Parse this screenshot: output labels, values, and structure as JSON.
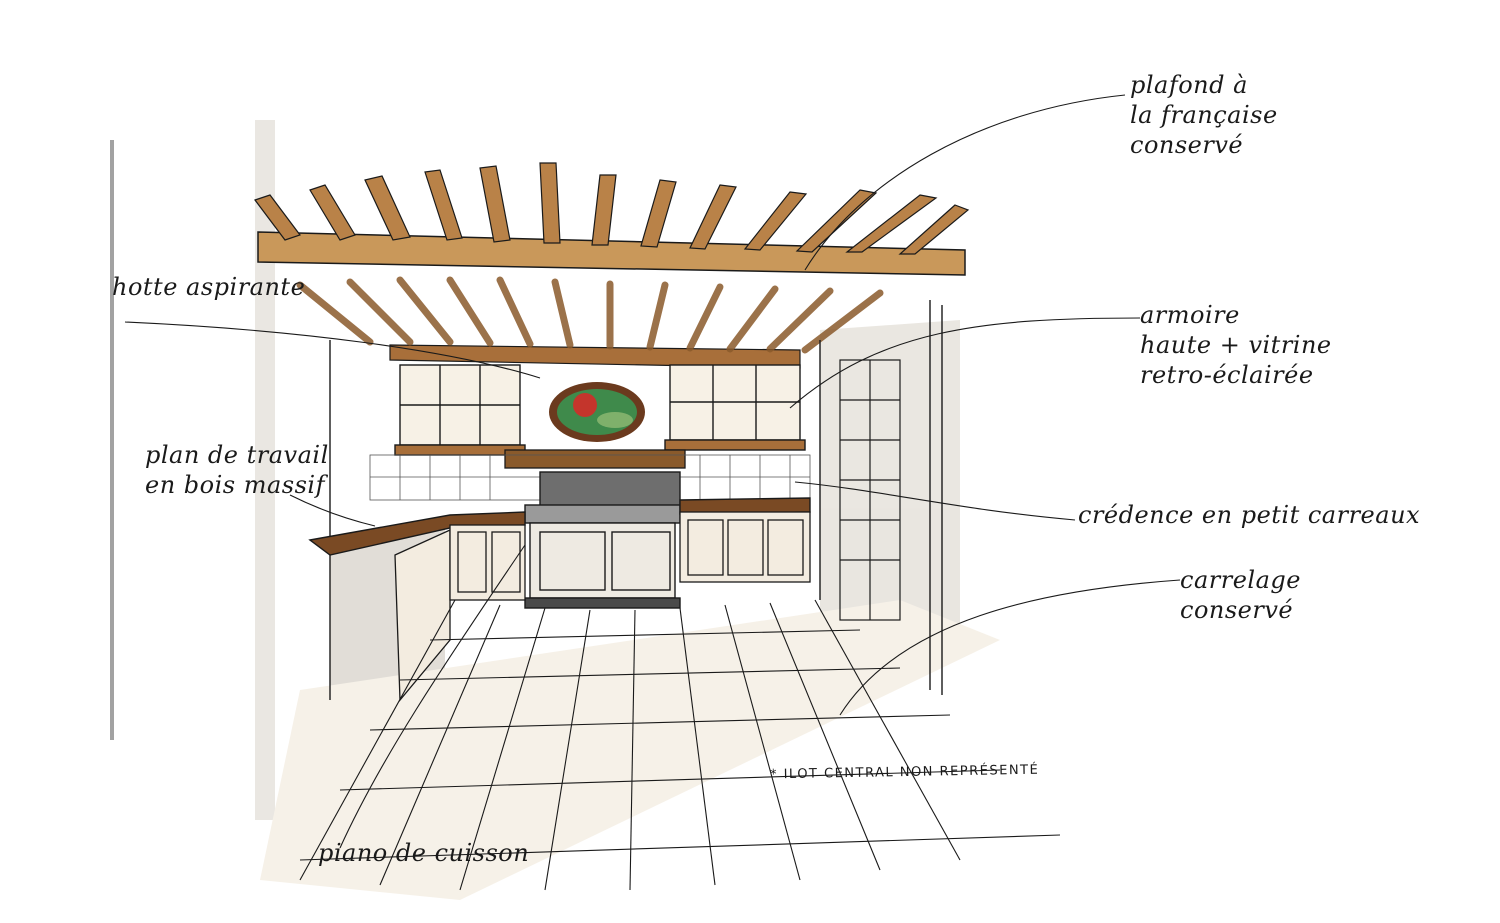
{
  "annotations": {
    "ceiling": {
      "lines": [
        "plafond à",
        "la française",
        "conservé"
      ]
    },
    "hood": {
      "label": "hotte aspirante"
    },
    "cabinet": {
      "lines": [
        "armoire",
        "haute + vitrine",
        "retro-éclairée"
      ]
    },
    "worktop": {
      "lines": [
        "plan de travail",
        "en bois massif"
      ]
    },
    "backsplash": {
      "label": "crédence en petit carreaux"
    },
    "tiles": {
      "lines": [
        "carrelage",
        "conservé"
      ]
    },
    "range": {
      "label": "piano de cuisson"
    },
    "footnote": {
      "label": "* ILOT CENTRAL NON REPRÉSENTÉ"
    }
  },
  "colors": {
    "ink": "#1a1a1a",
    "wood": "#c9985a",
    "wood_dark": "#8a5a2b",
    "counter": "#7a4a24",
    "tile_wash": "#e6d3b0",
    "shadow_grey": "#b8b3aa",
    "painting_green": "#3f8a4b",
    "painting_red": "#c4352c",
    "painting_frame": "#6b3a1e"
  }
}
